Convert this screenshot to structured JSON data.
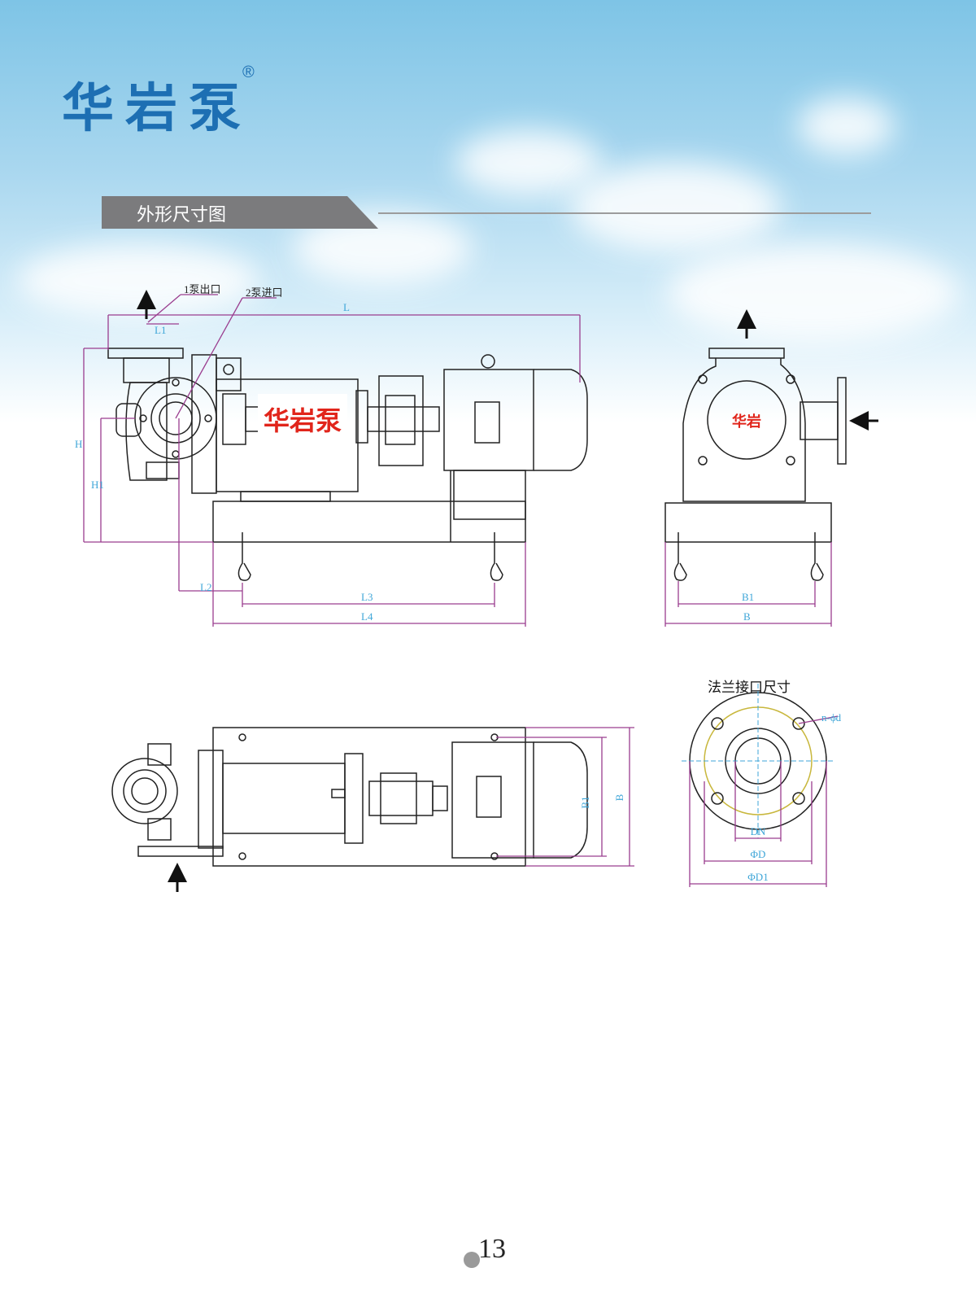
{
  "brand": {
    "name": "华岩泵",
    "reg_mark": "®"
  },
  "section": {
    "title": "外形尺寸图"
  },
  "labels": {
    "outlet": "1泵出口",
    "inlet": "2泵进口",
    "pump_text": "华岩泵",
    "pump_text_small": "华岩",
    "flange_title": "法兰接口尺寸"
  },
  "dims": {
    "L": "L",
    "L1": "L1",
    "L2": "L2",
    "L3": "L3",
    "L4": "L4",
    "H": "H",
    "H1": "H1",
    "B": "B",
    "B1": "B1",
    "DN": "DN",
    "phiD": "ΦD",
    "phiD1": "ΦD1",
    "n_phid": "n-ϕd"
  },
  "page": {
    "number": "13"
  },
  "colors": {
    "brand_blue": "#1d6fb3",
    "dim_purple": "#9a3d8f",
    "dim_text_blue": "#3fa6d8",
    "pump_red": "#e1251b"
  }
}
